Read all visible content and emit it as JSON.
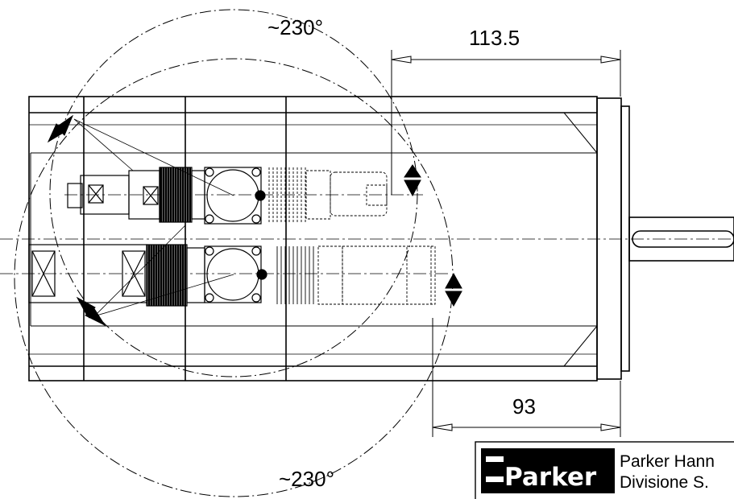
{
  "drawing": {
    "dim_top_angle": "~230°",
    "dim_bottom_angle": "~230°",
    "dim_length_upper": "113.5",
    "dim_length_lower": "93"
  },
  "title_block": {
    "logo_text": "Parker",
    "company_line1": "Parker Hann",
    "company_line2": "Divisione S."
  },
  "colors": {
    "line": "#000000",
    "background": "#ffffff",
    "logo_bg": "#000000"
  }
}
